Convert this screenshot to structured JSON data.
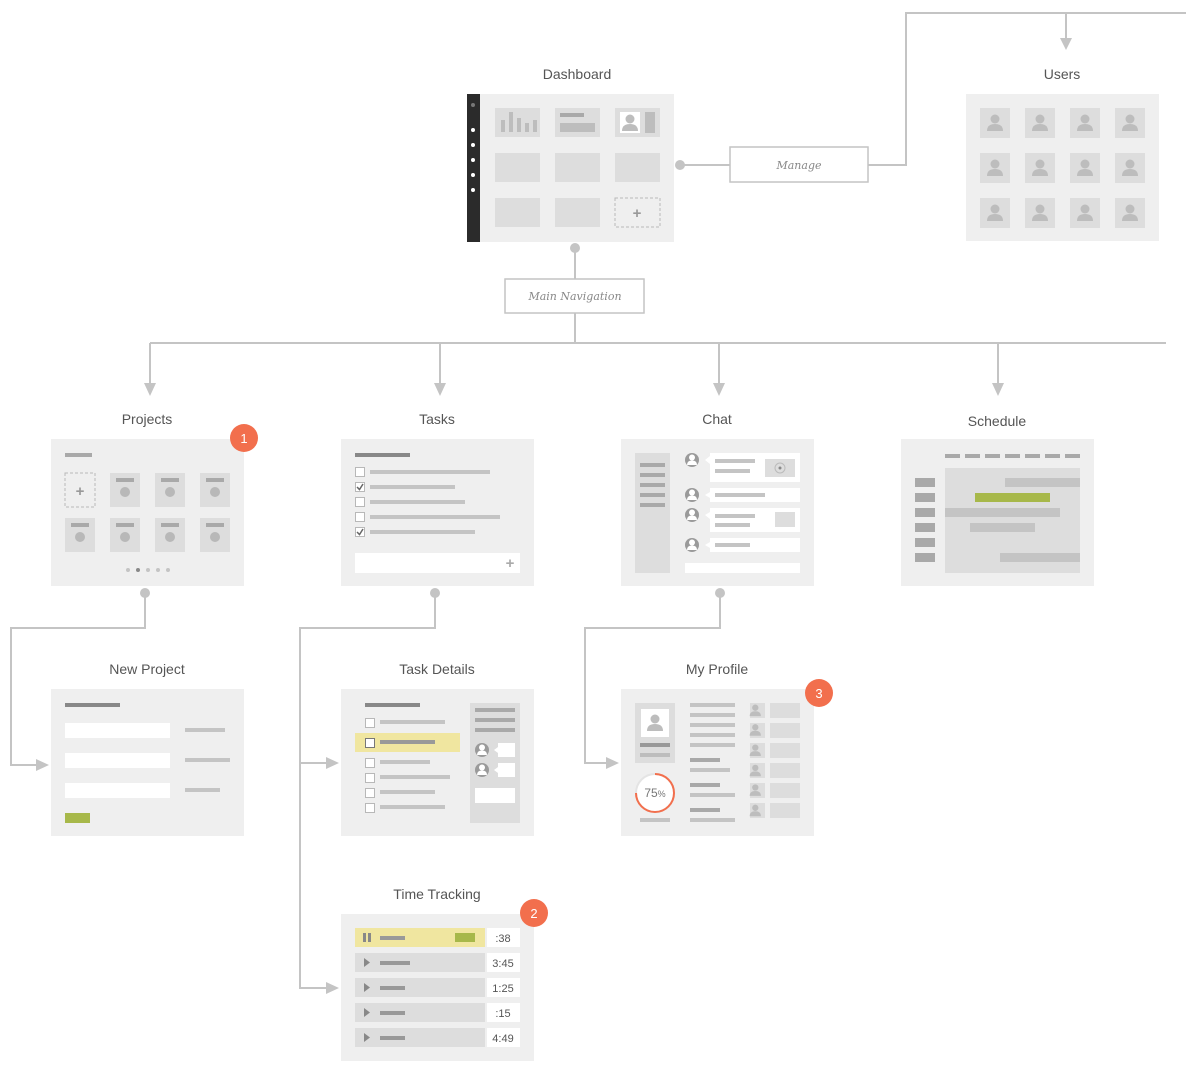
{
  "screens": {
    "dashboard": "Dashboard",
    "users": "Users",
    "projects": "Projects",
    "tasks": "Tasks",
    "chat": "Chat",
    "schedule": "Schedule",
    "new_project": "New Project",
    "task_details": "Task Details",
    "my_profile": "My Profile",
    "time_tracking": "Time Tracking"
  },
  "connectors": {
    "manage": "Manage",
    "main_navigation": "Main Navigation"
  },
  "badges": {
    "projects": "1",
    "time_tracking": "2",
    "my_profile": "3"
  },
  "profile": {
    "progress_value": "75",
    "progress_unit": "%"
  },
  "time_tracking": {
    "entries": [
      ":38",
      "3:45",
      "1:25",
      ":15",
      "4:49"
    ]
  },
  "colors": {
    "connector": "#c4c4c4",
    "card": "#efefef",
    "block": "#dddddd",
    "bar": "#b8b8b8",
    "badge": "#f26f4d",
    "accent_green": "#a7b84a",
    "highlight": "#f0e6a0",
    "sidebar": "#2b2b2b"
  }
}
